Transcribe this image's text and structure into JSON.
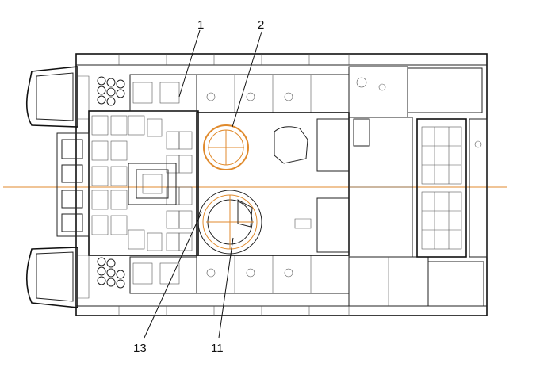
{
  "callouts": [
    {
      "id": "c1",
      "text": "1"
    },
    {
      "id": "c2",
      "text": "2"
    },
    {
      "id": "c13",
      "text": "13"
    },
    {
      "id": "c11",
      "text": "11"
    }
  ],
  "colors": {
    "line": "#222222",
    "accent": "#e08a2c",
    "background": "#ffffff"
  }
}
